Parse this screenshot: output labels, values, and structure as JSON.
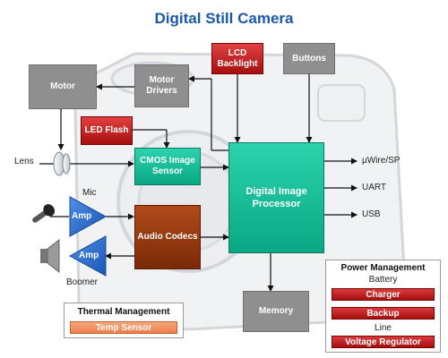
{
  "title": "Digital Still Camera",
  "blocks": {
    "lcd_backlight": "LCD Backlight",
    "buttons": "Buttons",
    "motor": "Motor",
    "motor_drivers": "Motor Drivers",
    "led_flash": "LED Flash",
    "cmos_image_sensor": "CMOS Image Sensor",
    "digital_image_processor": "Digital Image Processor",
    "audio_codecs": "Audio Codecs",
    "memory": "Memory",
    "amp_mic": "Amp",
    "amp_boomer": "Amp"
  },
  "labels": {
    "lens": "Lens",
    "mic": "Mic",
    "boomer": "Boomer",
    "uwire_sp": "µWire/SP",
    "uart": "UART",
    "usb": "USB"
  },
  "thermal": {
    "title": "Thermal Management",
    "temp_sensor": "Temp Sensor"
  },
  "power": {
    "title": "Power Management",
    "battery": "Battery",
    "charger": "Charger",
    "backup": "Backup",
    "line": "Line",
    "voltage_regulator": "Voltage Regulator"
  },
  "colors": {
    "title": "#1a59a8",
    "gray_block": "#8f8f8f",
    "red_block": "#c02020",
    "teal_block": "#17c29c",
    "brown_block": "#953a10",
    "amp_blue": "#2a6fd0",
    "temp_sensor": "#f2946a"
  },
  "icons": {
    "lens": "lens-icon",
    "microphone": "microphone-icon",
    "speaker": "speaker-icon",
    "camera": "camera-outline-background"
  }
}
